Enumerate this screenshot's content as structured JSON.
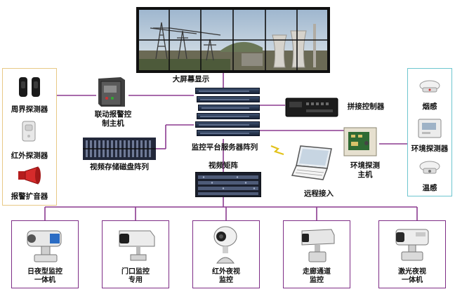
{
  "diagram": {
    "video_wall_label": "大屏幕显示",
    "server_array_label": "监控平台服务器阵列",
    "matrix_label": "视频矩阵",
    "splice_controller_label": "拼接控制器",
    "alarm_host_label": "联动报警控\n制主机",
    "storage_label": "视频存储磁盘阵列",
    "env_host_label": "环境探测\n主机",
    "remote_label": "远程接入",
    "left_panel": [
      {
        "label": "周界探测器",
        "icon": "beam-detector-icon"
      },
      {
        "label": "红外探测器",
        "icon": "pir-detector-icon"
      },
      {
        "label": "报警扩音器",
        "icon": "siren-icon"
      }
    ],
    "right_panel": [
      {
        "label": "烟感",
        "icon": "smoke-detector-icon"
      },
      {
        "label": "环境探测器",
        "icon": "env-sensor-icon"
      },
      {
        "label": "温感",
        "icon": "heat-detector-icon"
      }
    ],
    "cameras": [
      {
        "label": "日夜型监控\n一体机",
        "icon": "ptz-camera-icon"
      },
      {
        "label": "门口监控\n专用",
        "icon": "box-camera-icon"
      },
      {
        "label": "红外夜视\n监控",
        "icon": "ir-dome-camera-icon"
      },
      {
        "label": "走廊通道\n监控",
        "icon": "corridor-camera-icon"
      },
      {
        "label": "激光夜视\n一体机",
        "icon": "laser-camera-icon"
      }
    ],
    "colors": {
      "link_line": "#8b3a8f",
      "left_border": "#e8c986",
      "right_border": "#6ec6cf",
      "camera_border": "#7e2d86",
      "wireless": "#e2c21a"
    }
  }
}
